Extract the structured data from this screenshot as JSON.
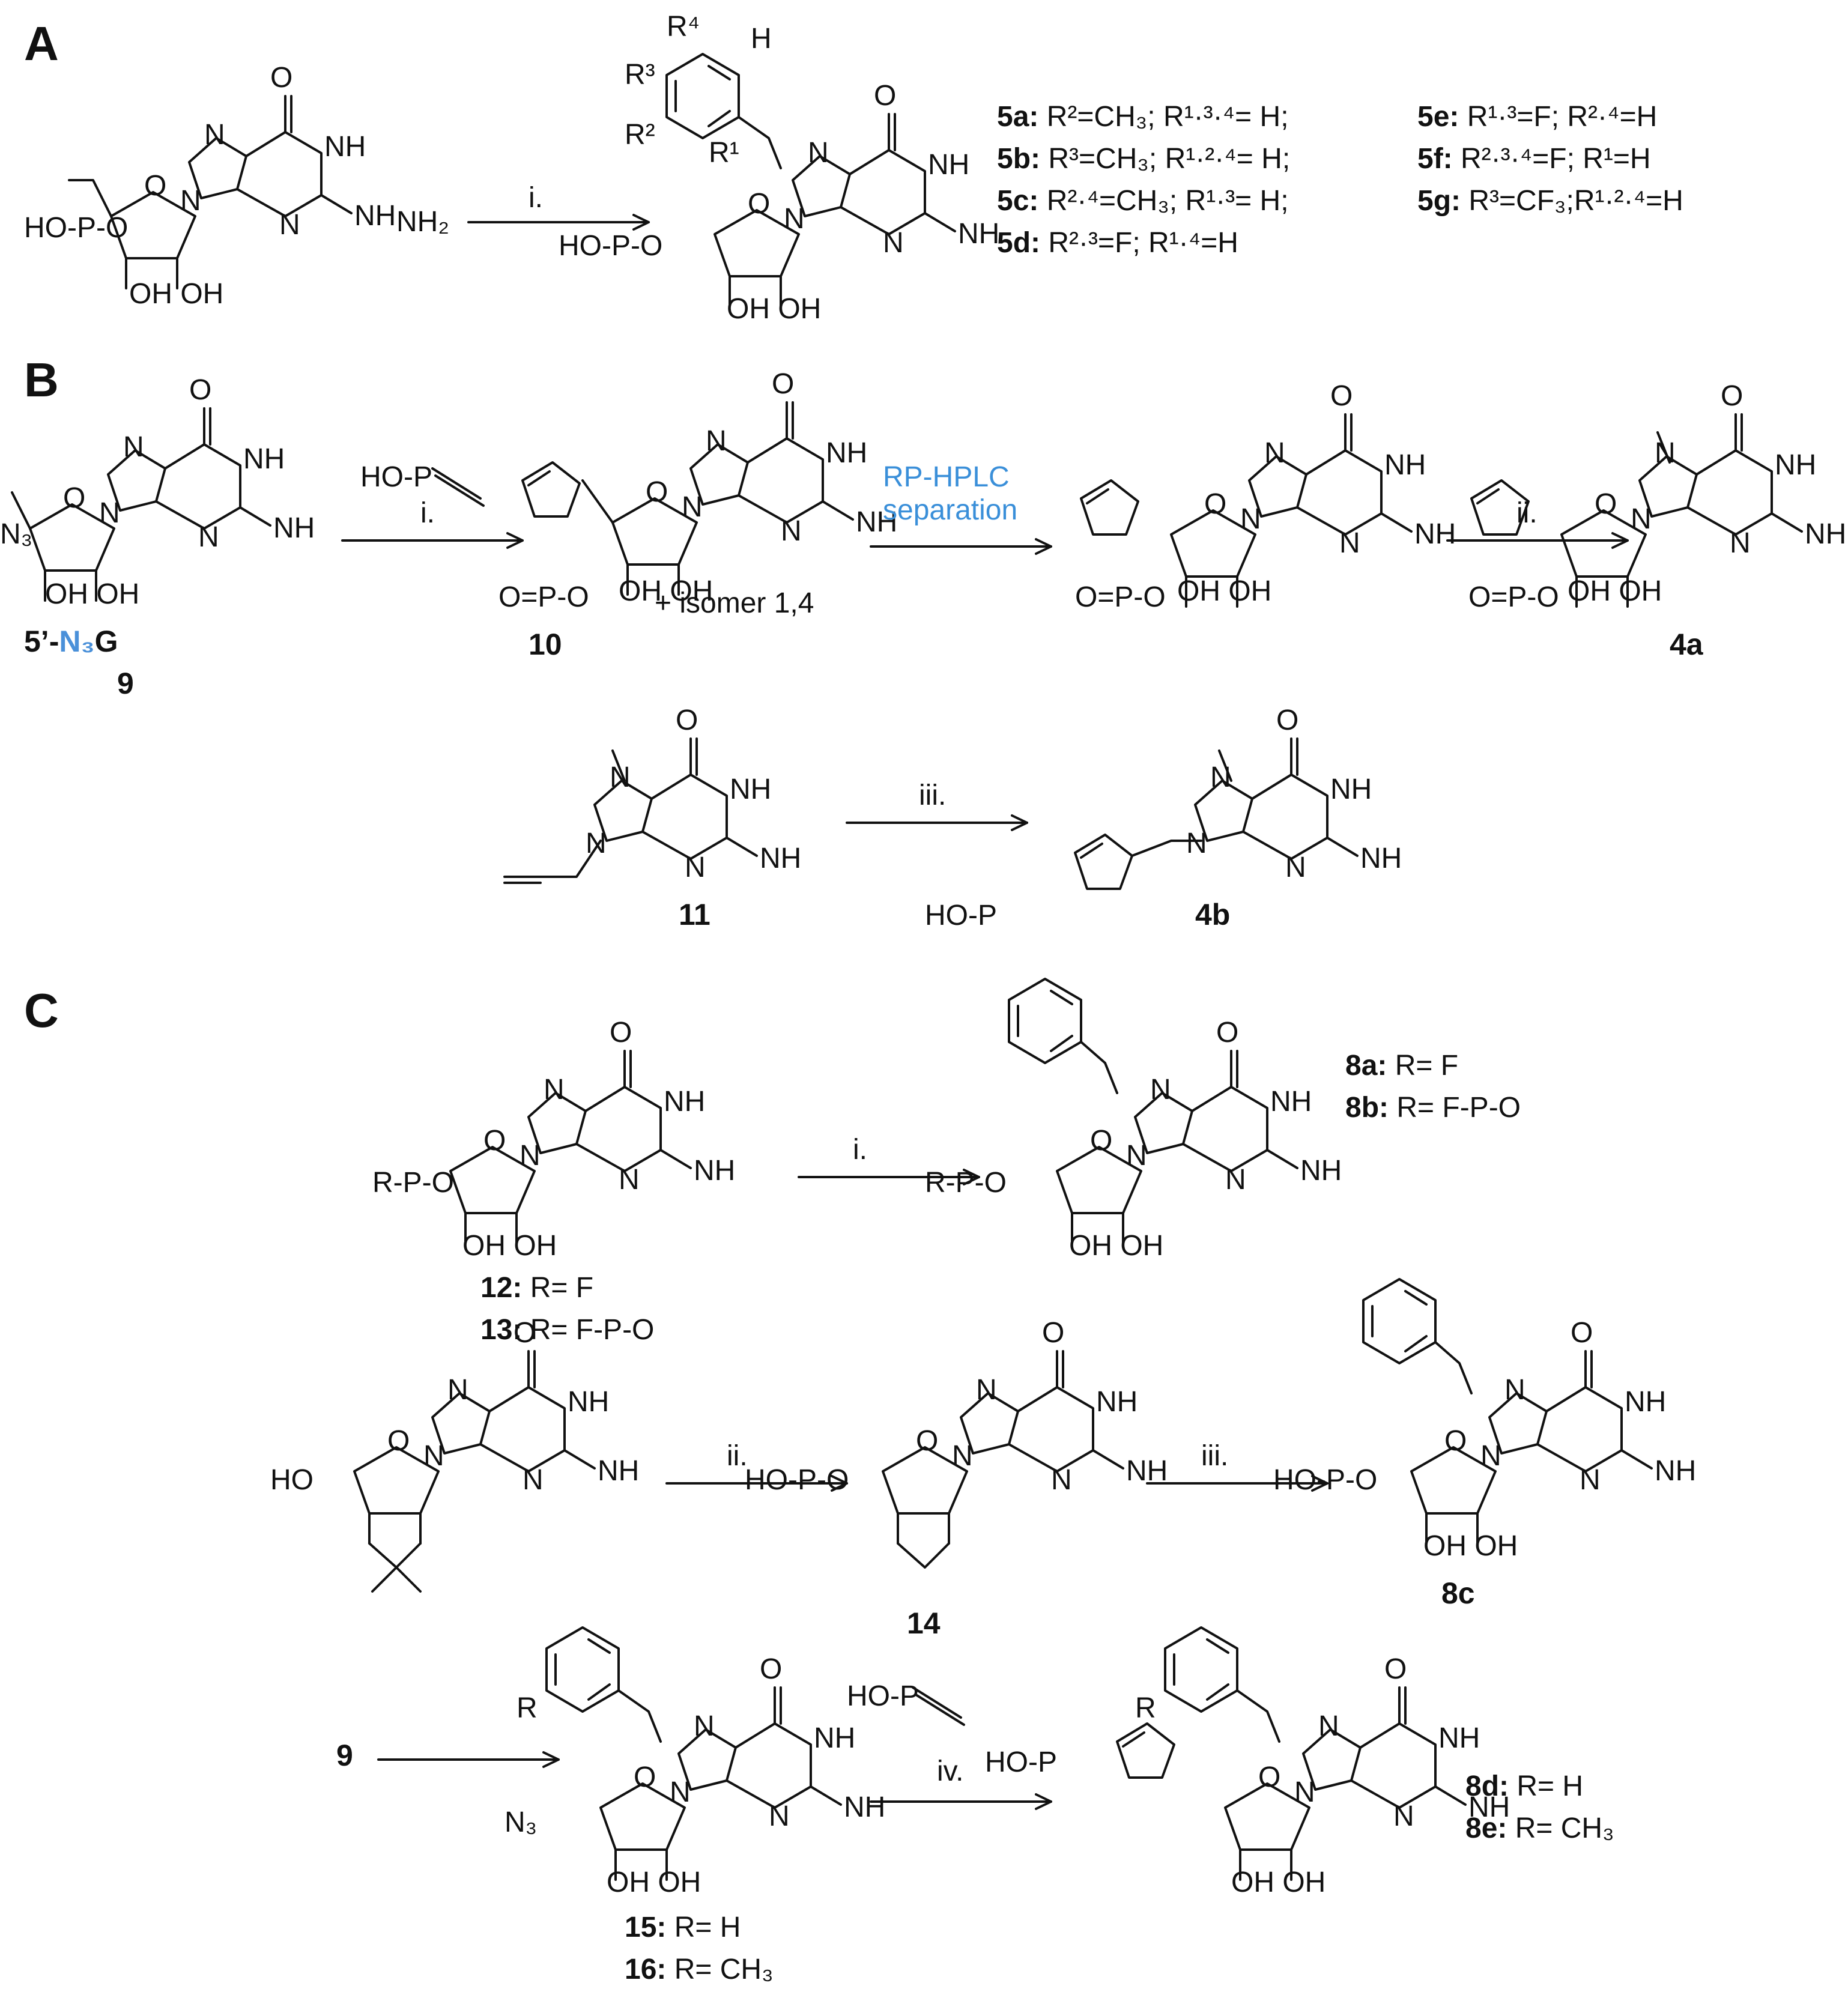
{
  "sections": [
    {
      "label": "A"
    },
    {
      "label": "B"
    },
    {
      "label": "C"
    }
  ],
  "steps": {
    "i": "i.",
    "ii": "ii.",
    "iii": "iii.",
    "iv": "iv."
  },
  "labels": {
    "nh2": "NH₂",
    "isomer": "+ isomer 1,4",
    "hplc_1": "RP-HPLC",
    "hplc_2": "separation"
  },
  "legend_a": [
    {
      "id": "5a: ",
      "text": "R²=CH₃; R¹·³·⁴= H;"
    },
    {
      "id": "5b: ",
      "text": "R³=CH₃; R¹·²·⁴= H;"
    },
    {
      "id": "5c: ",
      "text": "R²·⁴=CH₃; R¹·³= H;"
    },
    {
      "id": "5d: ",
      "text": "R²·³=F; R¹·⁴=H"
    },
    {
      "id": "5e: ",
      "text": "R¹·³=F; R²·⁴=H"
    },
    {
      "id": "5f: ",
      "text": "R²·³·⁴=F; R¹=H"
    },
    {
      "id": "5g: ",
      "text": "R³=CF₃;R¹·²·⁴=H"
    }
  ],
  "compounds": {
    "c9_prefix": "5’-",
    "c9_azide": "N₃",
    "c9_suffix": "G",
    "c9": "9",
    "c10": "10",
    "c4a": "4a",
    "c11": "11",
    "c4b": "4b",
    "c14": "14",
    "c8c": "8c"
  },
  "legend_c1": [
    {
      "id": "12: ",
      "text": "R= F"
    },
    {
      "id": "13: ",
      "text": "R= F-P-O"
    }
  ],
  "legend_c2": [
    {
      "id": "8a: ",
      "text": "R= F"
    },
    {
      "id": "8b: ",
      "text": "R= F-P-O"
    }
  ],
  "legend_c3": [
    {
      "id": "15: ",
      "text": "R= H"
    },
    {
      "id": "16: ",
      "text": "R= CH₃"
    }
  ],
  "legend_c4": [
    {
      "id": "8d: ",
      "text": "R= H"
    },
    {
      "id": "8e: ",
      "text": "R= CH₃"
    }
  ]
}
